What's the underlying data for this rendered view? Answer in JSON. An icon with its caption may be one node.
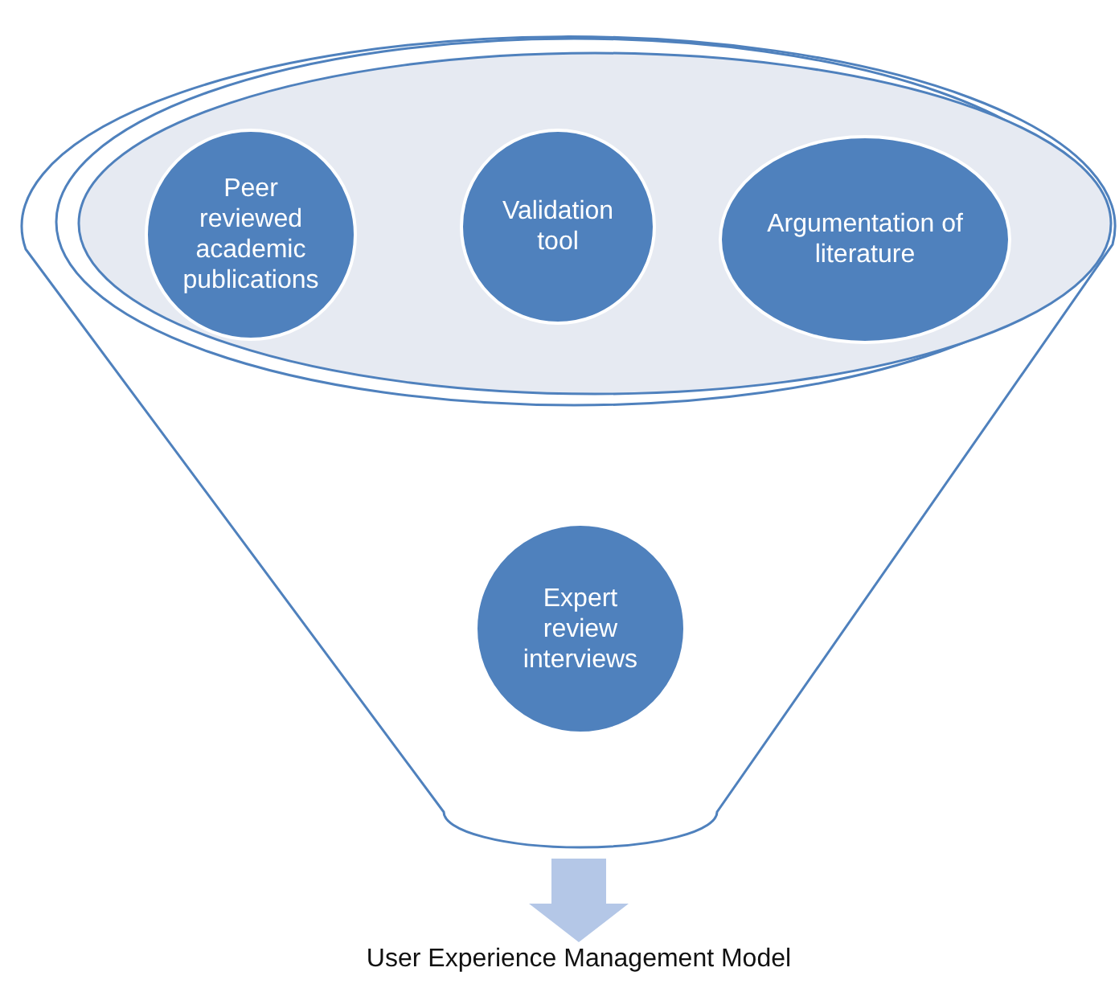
{
  "diagram": {
    "nodes": [
      {
        "text": [],
        "shape": "funnel"
      },
      {
        "text": [],
        "shape": "ellipse",
        "in": 0
      },
      {
        "text": [
          "Peer reviewed academic publications"
        ],
        "in": 1
      },
      {
        "text": [
          "Validation tool"
        ],
        "in": 1
      },
      {
        "text": [
          "Argumentation of literature"
        ],
        "in": 1
      },
      {
        "text": [
          "Expert review interviews"
        ],
        "in": 0
      },
      {
        "text": [
          "User Experience Management Model"
        ]
      }
    ],
    "edges": [
      {
        "from": 0,
        "to": 6,
        "arrow": "to"
      }
    ]
  }
}
